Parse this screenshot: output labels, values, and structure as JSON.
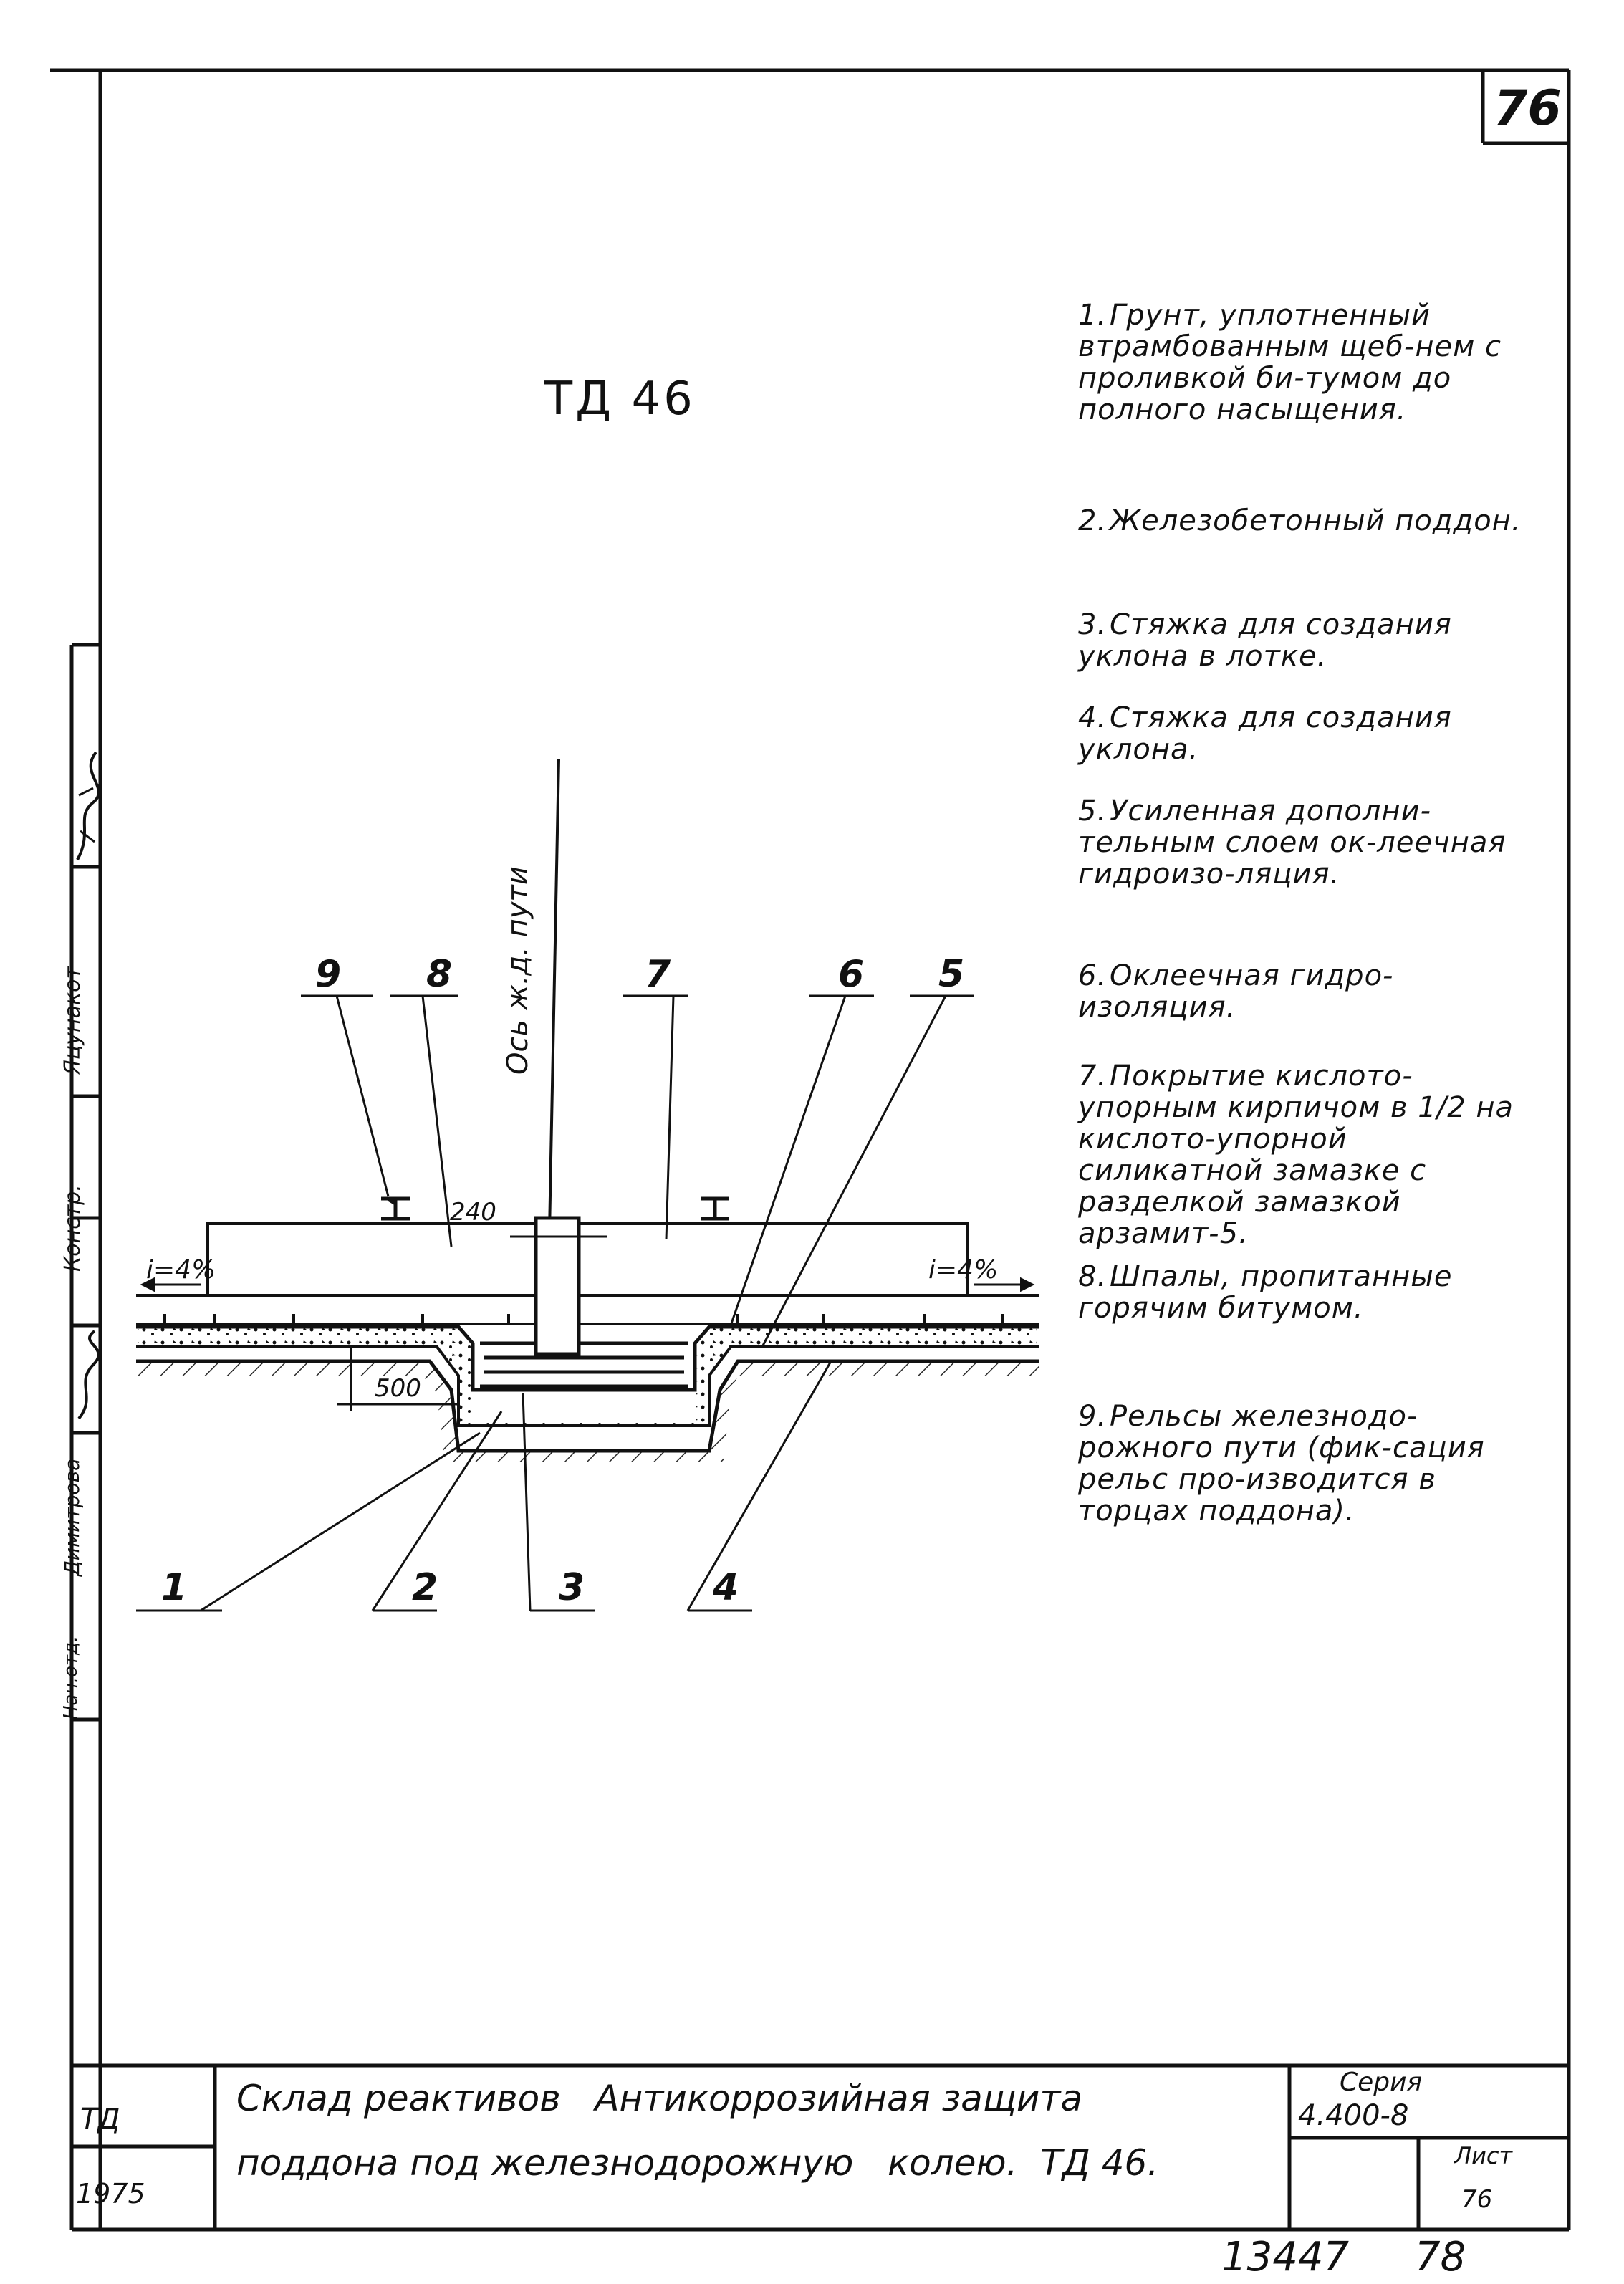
{
  "sheet_corner_number": "76",
  "drawing_title": "ТД 46",
  "legend": [
    {
      "num": "1.",
      "text": "Грунт, уплотненный втрамбованным щеб-нем с проливкой би-тумом до полного насыщения."
    },
    {
      "num": "2.",
      "text": "Железобетонный поддон."
    },
    {
      "num": "3.",
      "text": "Стяжка для создания уклона в лотке."
    },
    {
      "num": "4.",
      "text": "Стяжка для создания уклона."
    },
    {
      "num": "5.",
      "text": "Усиленная дополни-тельным слоем ок-леечная гидроизо-ляция."
    },
    {
      "num": "6.",
      "text": "Оклеечная гидро-изоляция."
    },
    {
      "num": "7.",
      "text": "Покрытие кислото-упорным кирпичом в 1/2 на кислото-упорной силикатной замазке с разделкой замазкой арзамит-5."
    },
    {
      "num": "8.",
      "text": "Шпалы, пропитанные горячим битумом."
    },
    {
      "num": "9.",
      "text": "Рельсы железнодо-рожного пути (фик-сация рельс про-изводится в торцах поддона)."
    }
  ],
  "drawing": {
    "axis_label": "Ось ж.д. пути",
    "dim_240": "240",
    "dim_500": "500",
    "slope_left": "i=4%",
    "slope_right": "i=4%",
    "callouts_top": [
      "9",
      "8",
      "7",
      "6",
      "5"
    ],
    "callouts_bottom": [
      "1",
      "2",
      "3",
      "4"
    ]
  },
  "side_stamp": {
    "konstr": "Констр.",
    "name1": "Яцунакот",
    "name2": "Димитрова",
    "role": "Нач.отд."
  },
  "title_block": {
    "code": "ТД",
    "year": "1975",
    "title_line1": "Склад реактивов   Антикоррозийная защита",
    "title_line2": "поддона под железнодорожную   колею.  ТД 46.",
    "series_label": "Серия",
    "series_value": "4.400-8",
    "sheet_label": "Лист",
    "sheet_value": "76"
  },
  "footer": {
    "archive_number": "13447",
    "page_number": "78"
  }
}
